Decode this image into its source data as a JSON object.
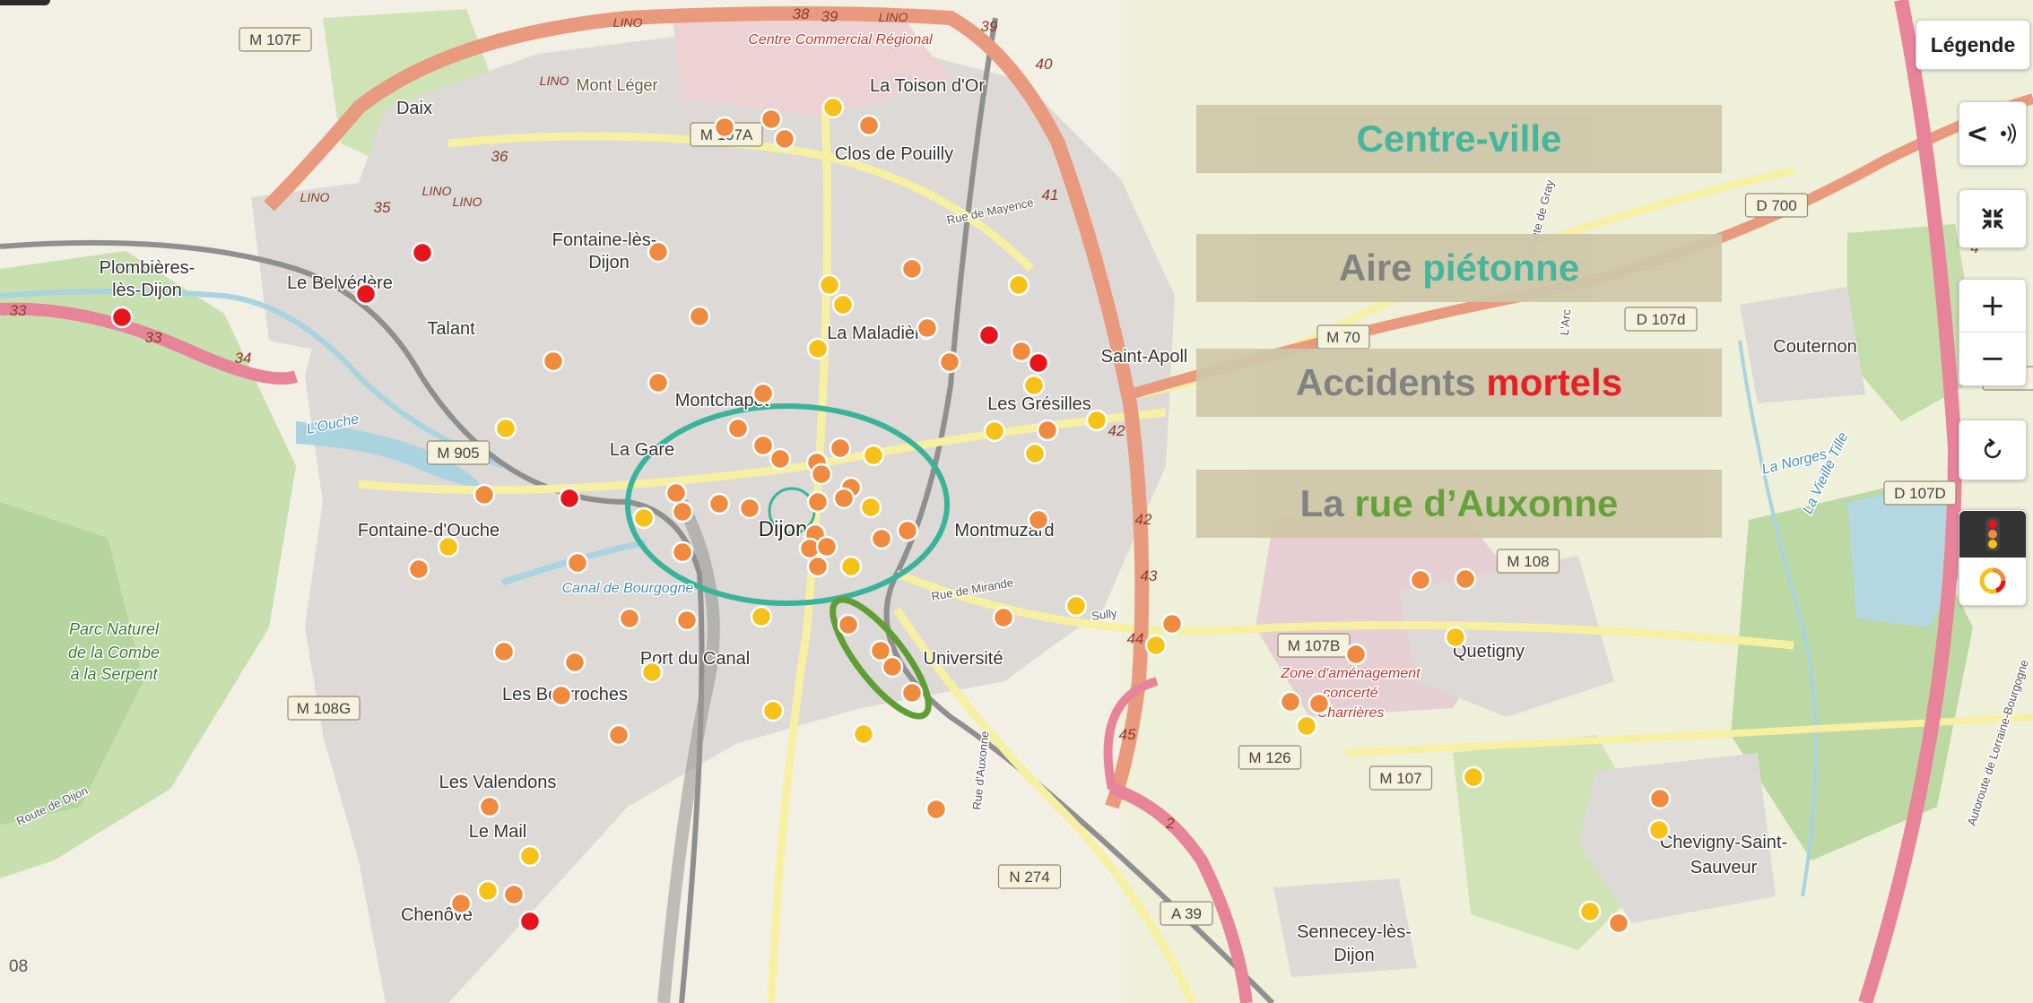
{
  "controls": {
    "legend_label": "Légende",
    "collapse_arrow": "<",
    "zoom_in": "+",
    "zoom_out": "−"
  },
  "overlay_labels": [
    {
      "parts": [
        {
          "text": "Centre-ville",
          "color": "#3bb39a"
        }
      ]
    },
    {
      "parts": [
        {
          "text": "Aire ",
          "color": "#7c7c7c"
        },
        {
          "text": "piétonne",
          "color": "#3bb39a"
        }
      ]
    },
    {
      "parts": [
        {
          "text": "Accidents ",
          "color": "#7c7c7c"
        },
        {
          "text": "mortels",
          "color": "#e8141b"
        }
      ]
    },
    {
      "parts": [
        {
          "text": "La ",
          "color": "#7c7c7c"
        },
        {
          "text": "rue d’Auxonne",
          "color": "#5e9e33"
        }
      ]
    }
  ],
  "colors": {
    "fatal": "#e8141b",
    "serious": "#f08a3e",
    "light": "#f6c21a",
    "centre_ellipse": "#3bb39a",
    "auxonne_ellipse": "#5e9e33",
    "land": "#f2efe4",
    "urban": "#dcd9d6",
    "forest": "#b9d6a3",
    "water": "#a9d3df",
    "major_road": "#e99a7e",
    "yellow_road": "#f7f0a2",
    "motorway": "#e8849a"
  },
  "places": [
    {
      "name": "Daix",
      "kind": "town"
    },
    {
      "name": "Mont Léger",
      "kind": "hill"
    },
    {
      "name": "Centre Commercial Régional",
      "kind": "poi"
    },
    {
      "name": "La Toison d'Or",
      "kind": "town"
    },
    {
      "name": "Clos de Pouilly",
      "kind": "town"
    },
    {
      "name": "Fontaine-lès-",
      "kind": "town"
    },
    {
      "name": "Dijon",
      "kind": "town"
    },
    {
      "name": "Plombières-",
      "kind": "town"
    },
    {
      "name": "lès-Dijon",
      "kind": "town"
    },
    {
      "name": "Le Belvédère",
      "kind": "town"
    },
    {
      "name": "Talant",
      "kind": "town"
    },
    {
      "name": "La Maladière",
      "kind": "town"
    },
    {
      "name": "Saint-Apoll",
      "kind": "town"
    },
    {
      "name": "Montchapet",
      "kind": "town"
    },
    {
      "name": "Les Grésilles",
      "kind": "town"
    },
    {
      "name": "La Gare",
      "kind": "town"
    },
    {
      "name": "Dijon",
      "kind": "city"
    },
    {
      "name": "Montmuzard",
      "kind": "town"
    },
    {
      "name": "Fontaine-d'Ouche",
      "kind": "town"
    },
    {
      "name": "Parc Naturel",
      "kind": "park"
    },
    {
      "name": "de la Combe",
      "kind": "park"
    },
    {
      "name": "à la Serpent",
      "kind": "park"
    },
    {
      "name": "Canal de Bourgogne",
      "kind": "water"
    },
    {
      "name": "Port du Canal",
      "kind": "town"
    },
    {
      "name": "Université",
      "kind": "town"
    },
    {
      "name": "Les Bourroches",
      "kind": "town"
    },
    {
      "name": "Les Valendons",
      "kind": "town"
    },
    {
      "name": "Le Mail",
      "kind": "town"
    },
    {
      "name": "Chenôve",
      "kind": "town"
    },
    {
      "name": "Quetigny",
      "kind": "town"
    },
    {
      "name": "Zone d'aménagement",
      "kind": "poi"
    },
    {
      "name": "concerté",
      "kind": "poi"
    },
    {
      "name": "Charrières",
      "kind": "poi"
    },
    {
      "name": "Couternon",
      "kind": "town"
    },
    {
      "name": "Chevigny-Saint-",
      "kind": "town"
    },
    {
      "name": "Sauveur",
      "kind": "town"
    },
    {
      "name": "Sennecey-lès-",
      "kind": "town"
    },
    {
      "name": "Dijon",
      "kind": "town"
    },
    {
      "name": "L'Ouche",
      "kind": "water"
    },
    {
      "name": "Rue de Mayence",
      "kind": "street"
    },
    {
      "name": "Rue de Mirande",
      "kind": "street"
    },
    {
      "name": "Rue d'Auxonne",
      "kind": "street"
    },
    {
      "name": "Autoroute de Lorraine-Bourgogne",
      "kind": "street"
    },
    {
      "name": "La Vieille Tille",
      "kind": "water"
    },
    {
      "name": "La Norges",
      "kind": "water"
    },
    {
      "name": "L'Arc",
      "kind": "street"
    },
    {
      "name": "Route de Gray",
      "kind": "street"
    },
    {
      "name": "Route de Dijon",
      "kind": "street"
    },
    {
      "name": "Sully",
      "kind": "street"
    }
  ],
  "road_badges": [
    "M 107F",
    "M 107A",
    "M 905",
    "M 108G",
    "D 700",
    "D 107d",
    "M 70",
    "A 31",
    "D 107D",
    "M 108",
    "M 107B",
    "M 126",
    "M 107",
    "N 274",
    "A 39"
  ],
  "road_numbers": [
    "LINO",
    "LINO",
    "LINO",
    "LINO",
    "LINO",
    "LINO",
    "38",
    "39",
    "39",
    "40",
    "41",
    "42",
    "42",
    "43",
    "44",
    "45",
    "36",
    "35",
    "34",
    "33",
    "33",
    "2",
    "4",
    "4"
  ],
  "scale_text": "08"
}
